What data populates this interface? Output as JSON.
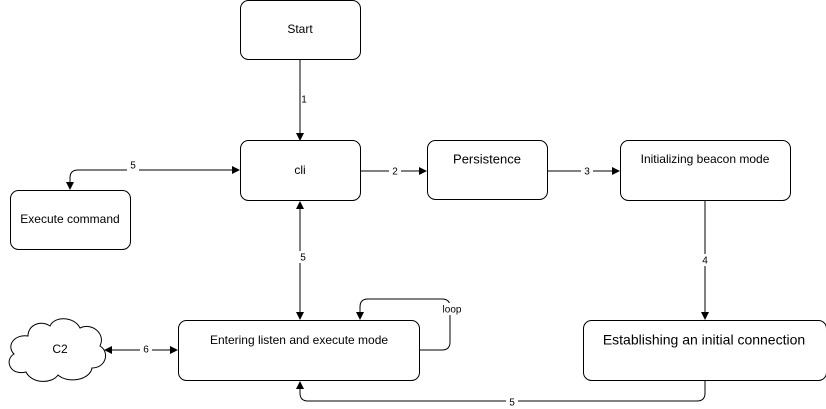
{
  "nodes": {
    "start": "Start",
    "cli": "cli",
    "persistence": "Persistence",
    "beacon": "Initializing beacon mode",
    "execute": "Execute command",
    "listen": "Entering listen and execute mode",
    "connection": "Establishing an initial connection",
    "c2": "C2"
  },
  "edges": {
    "start_to_cli": "1",
    "cli_to_persistence": "2",
    "persistence_to_beacon": "3",
    "beacon_to_connection": "4",
    "cli_to_execute": "5",
    "cli_to_listen": "5",
    "connection_to_listen": "5",
    "listen_to_c2": "6",
    "listen_loop": "loop"
  },
  "colors": {
    "stroke": "#000000",
    "fill": "#ffffff"
  }
}
